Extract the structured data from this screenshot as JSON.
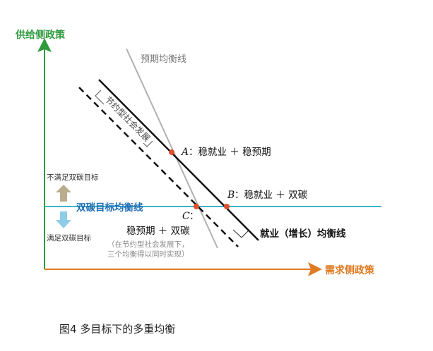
{
  "axes": {
    "y_label": "供给侧政策",
    "x_label": "需求侧政策",
    "y_color": "#2e9a3e",
    "x_color": "#e07b22"
  },
  "lines": {
    "expected": "预期均衡线",
    "employment": "就业（增长）均衡线",
    "dual_carbon": "双碳目标均衡线",
    "shift_label": "节约型社会发展"
  },
  "points": {
    "a_letter": "A",
    "a_text": "：稳就业 ＋ 稳预期",
    "b_letter": "B",
    "b_text": "：稳就业 ＋ 双碳",
    "c_letter": "C",
    "c_text": "：",
    "c_sub": "稳预期 ＋ 双碳",
    "c_note_1": "（在节约型社会发展下，",
    "c_note_2": "三个均衡得以同时实现）"
  },
  "indicators": {
    "up_label": "不满足双碳目标",
    "down_label": "满足双碳目标"
  },
  "caption": "图4  多目标下的多重均衡",
  "colors": {
    "teal": "#3cb4c8",
    "point": "#e0502a",
    "expected_line": "#b0b0b0",
    "up_arrow": "#b9ad8e",
    "down_arrow": "#8fcce6"
  }
}
